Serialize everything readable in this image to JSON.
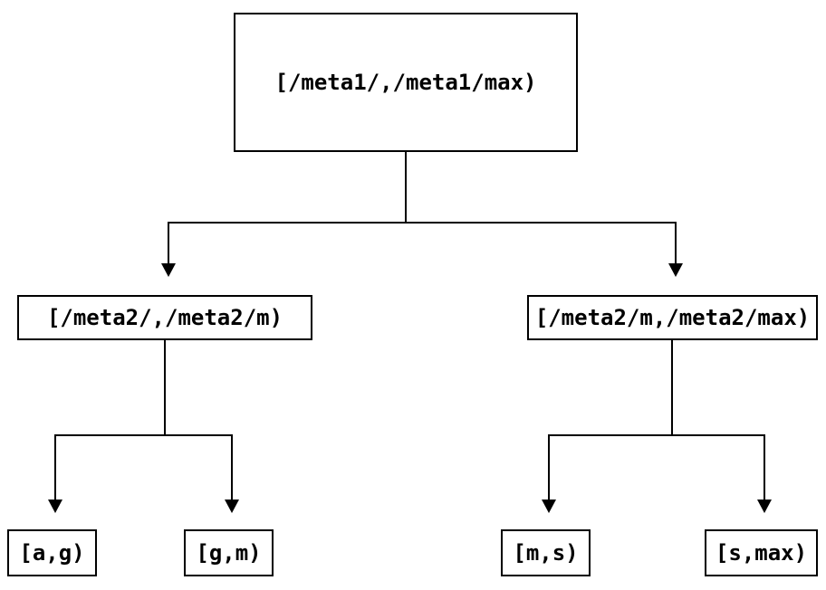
{
  "diagram": {
    "type": "binary-interval-tree",
    "colors": {
      "background": "#ffffff",
      "line": "#000000",
      "text": "#000000"
    },
    "nodes": {
      "root": {
        "label": "[/meta1/,/meta1/max)"
      },
      "meta2_low": {
        "label": "[/meta2/,/meta2/m)"
      },
      "meta2_high": {
        "label": "[/meta2/m,/meta2/max)"
      },
      "leaf_ag": {
        "label": "[a,g)"
      },
      "leaf_gm": {
        "label": "[g,m)"
      },
      "leaf_ms": {
        "label": "[m,s)"
      },
      "leaf_smax": {
        "label": "[s,max)"
      }
    },
    "edges": [
      {
        "from": "root",
        "to": "meta2_low"
      },
      {
        "from": "root",
        "to": "meta2_high"
      },
      {
        "from": "meta2_low",
        "to": "leaf_ag"
      },
      {
        "from": "meta2_low",
        "to": "leaf_gm"
      },
      {
        "from": "meta2_high",
        "to": "leaf_ms"
      },
      {
        "from": "meta2_high",
        "to": "leaf_smax"
      }
    ]
  }
}
